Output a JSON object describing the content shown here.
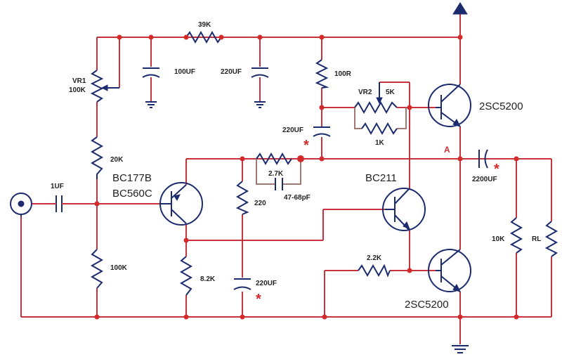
{
  "labels": {
    "r39k": "39K",
    "c100uf_top": "100UF",
    "c220uf_top": "220UF",
    "vr1_name": "VR1",
    "vr1_val": "100K",
    "r20k": "20K",
    "c1uf": "1UF",
    "r100k_bot": "100K",
    "q1_line1": "BC177B",
    "q1_line2": "BC560C",
    "r100r": "100R",
    "vr2_name": "VR2",
    "vr2_val": "5K",
    "r1k": "1K",
    "c220uf_mid": "220UF",
    "r2_7k": "2.7K",
    "c47pf": "47-68pF",
    "r220": "220",
    "r8_2k": "8.2K",
    "c220uf_bot": "220UF",
    "q2": "BC211",
    "r2_2k": "2.2K",
    "q3": "2SC5200",
    "q4": "2SC5200",
    "node_a": "A",
    "c2200uf": "2200UF",
    "r10k": "10K",
    "rl": "RL",
    "star": "*"
  }
}
